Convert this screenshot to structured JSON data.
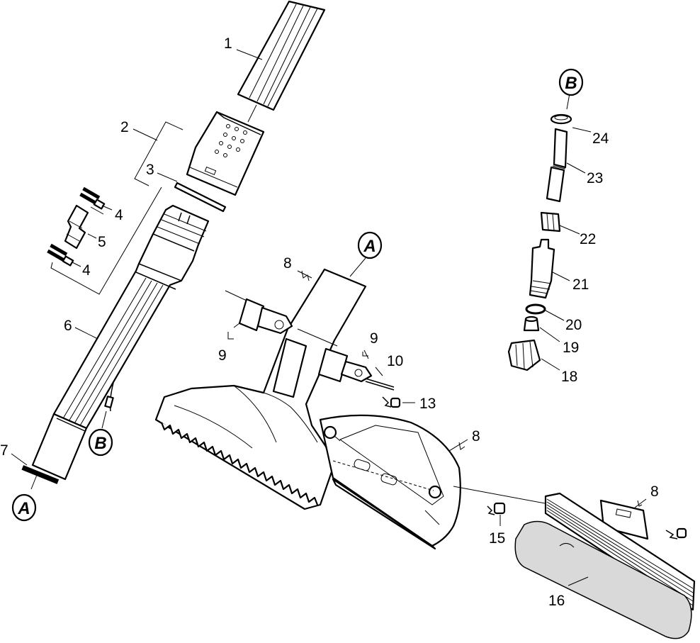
{
  "diagram": {
    "part_numbers": {
      "p1": "1",
      "p2": "2",
      "p3": "3",
      "p4a": "4",
      "p4b": "4",
      "p5": "5",
      "p6": "6",
      "p7": "7",
      "p8a": "8",
      "p8b": "8",
      "p8c": "8",
      "p9a": "9",
      "p9b": "9",
      "p10": "10",
      "p13": "13",
      "p15": "15",
      "p16": "16",
      "p18": "18",
      "p19": "19",
      "p20": "20",
      "p21": "21",
      "p22": "22",
      "p23": "23",
      "p24": "24"
    },
    "connectors": {
      "a1": "A",
      "a2": "A",
      "b1": "B",
      "b2": "B"
    }
  }
}
